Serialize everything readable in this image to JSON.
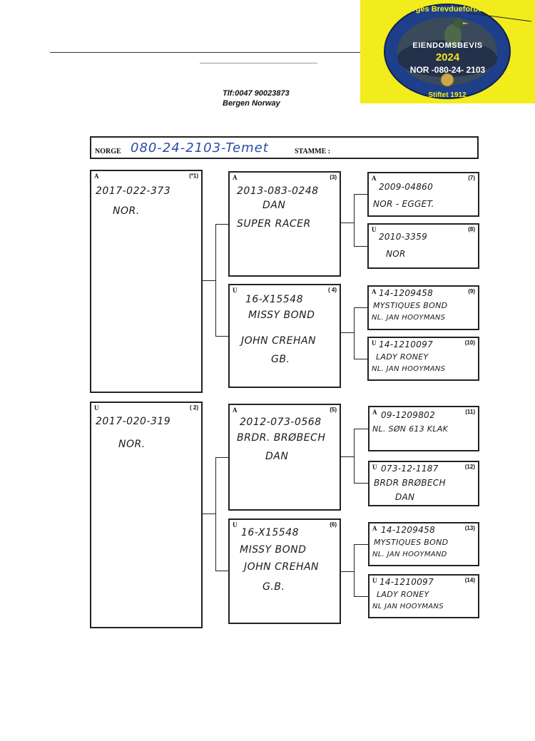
{
  "contact": {
    "phone": "Tlf:0047 90023873",
    "location": "Bergen Norway"
  },
  "badge": {
    "org": "Norges Brevdueforbund",
    "title": "EIENDOMSBEVIS",
    "year": "2024",
    "ring": "NOR -080-24- 2103",
    "founded": "Stiftet 1912"
  },
  "header": {
    "country_label": "NORGE",
    "ring": "080-24-2103-Temet",
    "strain_label": "STAMME :"
  },
  "pedigree": {
    "p1": {
      "sex": "A",
      "num": "(*1)",
      "line1": "2017-022-373",
      "line2": "NOR."
    },
    "p2": {
      "sex": "U",
      "num": "( 2)",
      "line1": "2017-020-319",
      "line2": "NOR."
    },
    "p3": {
      "sex": "A",
      "num": "(3)",
      "line1": "2013-083-0248",
      "line2": "DAN",
      "line3": "SUPER RACER"
    },
    "p4": {
      "sex": "U",
      "num": "( 4)",
      "line1": "16-X15548",
      "line2": "MISSY BOND",
      "line3": "JOHN CREHAN",
      "line4": "GB."
    },
    "p5": {
      "sex": "A",
      "num": "(5)",
      "line1": "2012-073-0568",
      "line2": "BRDR. BRØBECH",
      "line3": "DAN"
    },
    "p6": {
      "sex": "U",
      "num": "(6)",
      "line1": "16-X15548",
      "line2": "MISSY BOND",
      "line3": "JOHN CREHAN",
      "line4": "G.B."
    },
    "p7": {
      "sex": "A",
      "num": "(7)",
      "line1": "2009-04860",
      "line2": "NOR - EGGET."
    },
    "p8": {
      "sex": "U",
      "num": "(8)",
      "line1": "2010-3359",
      "line2": "NOR"
    },
    "p9": {
      "sex": "A",
      "num": "(9)",
      "line1": "14-1209458",
      "line2": "MYSTIQUES BOND",
      "line3": "NL. JAN HOOYMANS"
    },
    "p10": {
      "sex": "U",
      "num": "(10)",
      "line1": "14-1210097",
      "line2": "LADY RONEY",
      "line3": "NL. JAN HOOYMANS"
    },
    "p11": {
      "sex": "A",
      "num": "(11)",
      "line1": "09-1209802",
      "line2": "NL. SØN 613 KLAK"
    },
    "p12": {
      "sex": "U",
      "num": "(12)",
      "line1": "073-12-1187",
      "line2": "BRDR BRØBECH",
      "line3": "DAN"
    },
    "p13": {
      "sex": "A",
      "num": "(13)",
      "line1": "14-1209458",
      "line2": "MYSTIQUES BOND",
      "line3": "NL. JAN HOOYMAND"
    },
    "p14": {
      "sex": "U",
      "num": "(14)",
      "line1": "14-1210097",
      "line2": "LADY RONEY",
      "line3": "NL JAN HOOYMANS"
    }
  },
  "colors": {
    "badge_bg": "#f2ec1c",
    "ink_blue": "#2a4aa8"
  }
}
